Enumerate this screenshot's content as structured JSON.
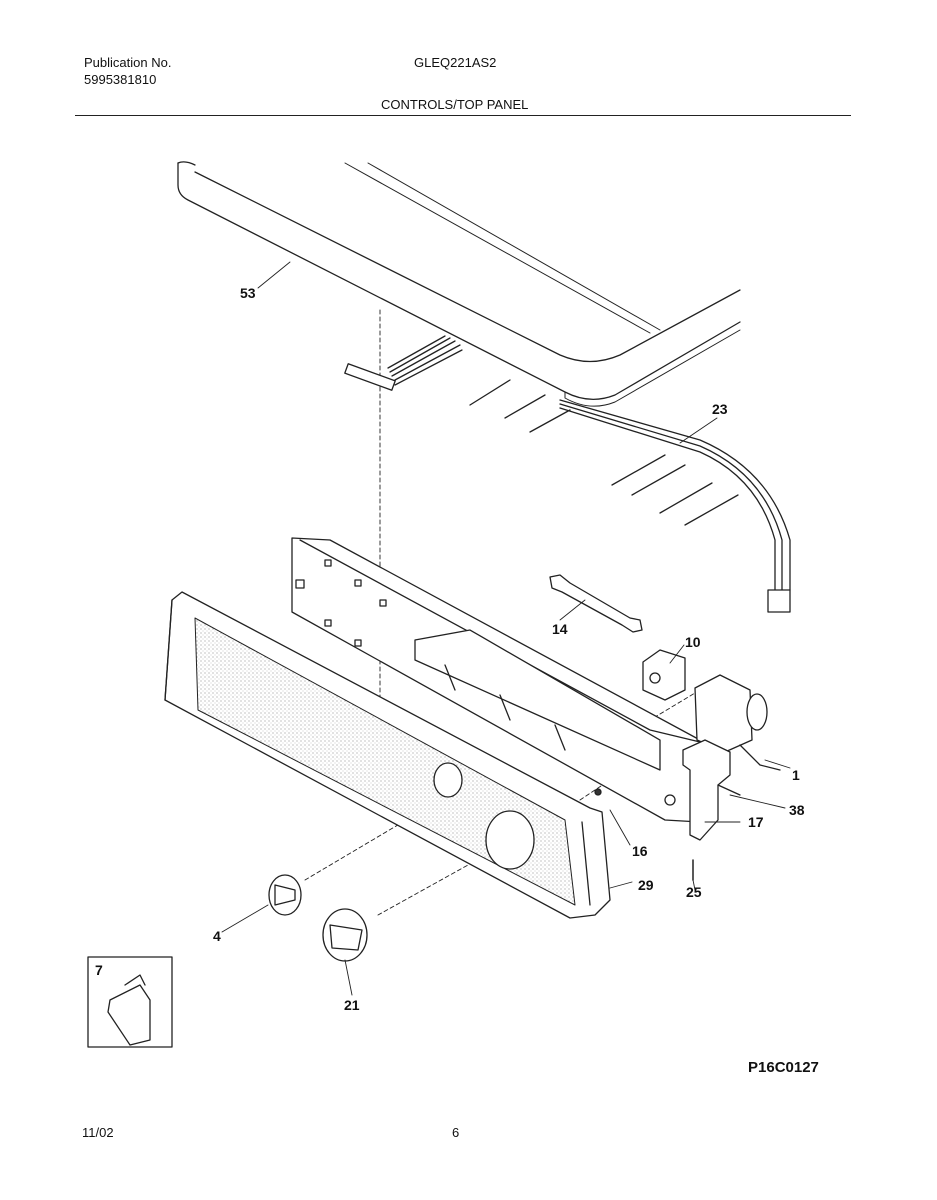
{
  "header": {
    "publication_label": "Publication No.",
    "publication_number": "5995381810",
    "model": "GLEQ221AS2",
    "section_title": "CONTROLS/TOP PANEL"
  },
  "figure": {
    "id": "P16C0127",
    "callouts": {
      "c53": "53",
      "c23": "23",
      "c14": "14",
      "c10": "10",
      "c1": "1",
      "c38": "38",
      "c17": "17",
      "c16": "16",
      "c25": "25",
      "c29": "29",
      "c4": "4",
      "c21": "21",
      "c7": "7"
    }
  },
  "footer": {
    "date": "11/02",
    "page": "6"
  }
}
